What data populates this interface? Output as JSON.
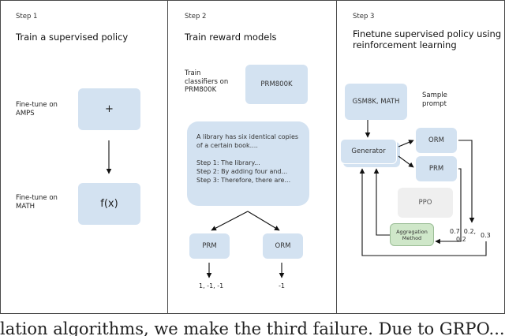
{
  "step1": {
    "step": "Step 1",
    "title": "Train a supervised policy",
    "finetune_amps_label": [
      "Fine-tune on",
      "AMPS"
    ],
    "finetune_math_label": [
      "Fine-tune on",
      "MATH"
    ],
    "plus_box": "+",
    "fx_box": "f(x)"
  },
  "step2": {
    "step": "Step 2",
    "title": "Train reward models",
    "train_label": [
      "Train",
      "classifiers on",
      "PRM800K"
    ],
    "prm800k_box": "PRM800K",
    "problem_lines": [
      "A library has six identical copies",
      "of a certain book....",
      "",
      "Step 1: The library...",
      "Step 2: By adding four and...",
      "Step 3: Therefore, there are..."
    ],
    "prm_box": "PRM",
    "orm_box": "ORM",
    "prm_output": "1, -1, -1",
    "orm_output": "-1"
  },
  "step3": {
    "step": "Step 3",
    "title": [
      "Finetune supervised policy using",
      "reinforcement learning"
    ],
    "dataset_box": "GSM8K, MATH",
    "sample_prompt": [
      "Sample",
      "prompt"
    ],
    "generator_box": "Generator",
    "orm_box": "ORM",
    "prm_box": "PRM",
    "ppo_box": "PPO",
    "aggregation_box": [
      "Aggregation",
      "Method"
    ],
    "orm_scores": [
      "0.7, 0.2,",
      "0.2"
    ],
    "prm_score": "0.3"
  },
  "caption_fragment": "lation algorithms, we make the third failure. Due to GRPO..."
}
